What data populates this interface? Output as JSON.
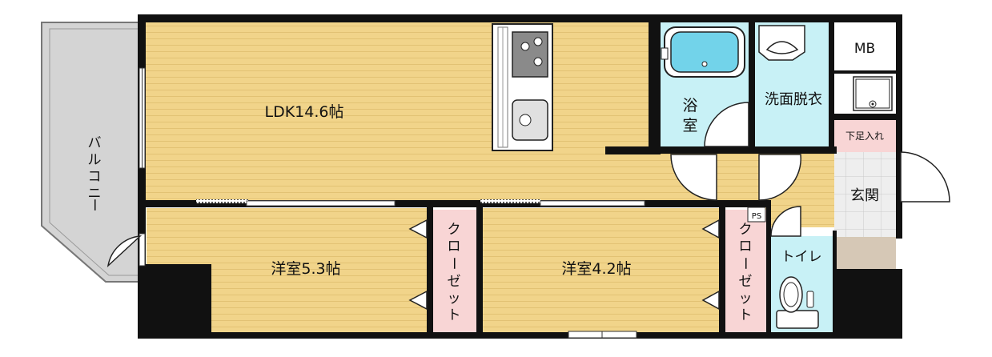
{
  "rooms": {
    "ldk": "LDK14.6帖",
    "western1": "洋室5.3帖",
    "western2": "洋室4.2帖",
    "bath_1": "浴",
    "bath_2": "室",
    "washroom": "洗面脱衣",
    "mb": "MB",
    "shoe_box": "下足入れ",
    "entrance": "玄関",
    "ps": "PS",
    "toilet": "トイレ",
    "closet1": [
      "ク",
      "ロ",
      "ー",
      "ゼ",
      "ッ",
      "ト"
    ],
    "closet2": [
      "ク",
      "ロ",
      "ー",
      "ゼ",
      "ッ",
      "ト"
    ],
    "balcony": [
      "バ",
      "ル",
      "コ",
      "ニ",
      "ー"
    ]
  },
  "colors": {
    "wood": "#f1d48a",
    "wood_line": "#e2c274",
    "water": "#c8f1f6",
    "closet": "#f8d5d5",
    "entrance_tile": "#e9e9e9",
    "step": "#d6c8b6",
    "wall": "#111111",
    "balcony": "#d4d4d4",
    "tub": "#72d3ea"
  }
}
